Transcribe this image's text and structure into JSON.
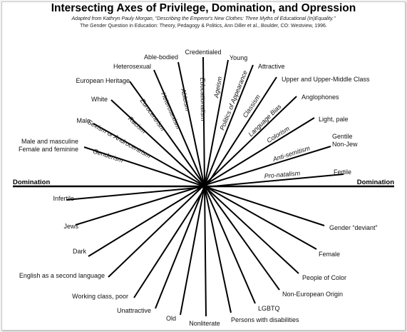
{
  "title": "Intersecting Axes of Privilege, Domination, and Opression",
  "source_line1": "Adapted from Kathryn Pauly Morgan, \"Describing the Emperor's New Clothes: Three Myths of Educational (In)Equality.\"",
  "source_line2": "The Gender Question in Education: Theory, Pedagogy & Politics, Ann Diller et al., Boulder, CO: Westview, 1996.",
  "axis_labels": {
    "left": "Domination",
    "right": "Domination"
  },
  "colors": {
    "line": "#000000",
    "background": "#ffffff"
  },
  "spokes": [
    {
      "privileged": "Male and masculine\nFemale and feminine",
      "oppressed": "Gender “deviant”",
      "axis": "Genderism"
    },
    {
      "privileged": "Male",
      "oppressed": "Female",
      "axis": "Sexism or Androcentrism"
    },
    {
      "privileged": "White",
      "oppressed": "People of Color",
      "axis": "Racism"
    },
    {
      "privileged": "European Heritage",
      "oppressed": "Non-European Origin",
      "axis": "Eurocentrism"
    },
    {
      "privileged": "Heterosexual",
      "oppressed": "LGBTQ",
      "axis": "Heterosexism"
    },
    {
      "privileged": "Able-bodied",
      "oppressed": "Persons with disabilities",
      "axis": "Ableism"
    },
    {
      "privileged": "Credentialed",
      "oppressed": "Nonliterate",
      "axis": "Educationalism"
    },
    {
      "privileged": "Young",
      "oppressed": "Old",
      "axis": "Ageism"
    },
    {
      "privileged": "Attractive",
      "oppressed": "Unattractive",
      "axis": "Politics of Appearance"
    },
    {
      "privileged": "Upper and Upper-Middle Class",
      "oppressed": "Working class, poor",
      "axis": "Classism"
    },
    {
      "privileged": "Anglophones",
      "oppressed": "English as a second language",
      "axis": "Language Bias"
    },
    {
      "privileged": "Light, pale",
      "oppressed": "Dark",
      "axis": "Colorism"
    },
    {
      "privileged": "Gentile\nNon-Jew",
      "oppressed": "Jews",
      "axis": "Anti-semitism"
    },
    {
      "privileged": "Fertile",
      "oppressed": "Infertile",
      "axis": "Pro-natalism"
    }
  ]
}
